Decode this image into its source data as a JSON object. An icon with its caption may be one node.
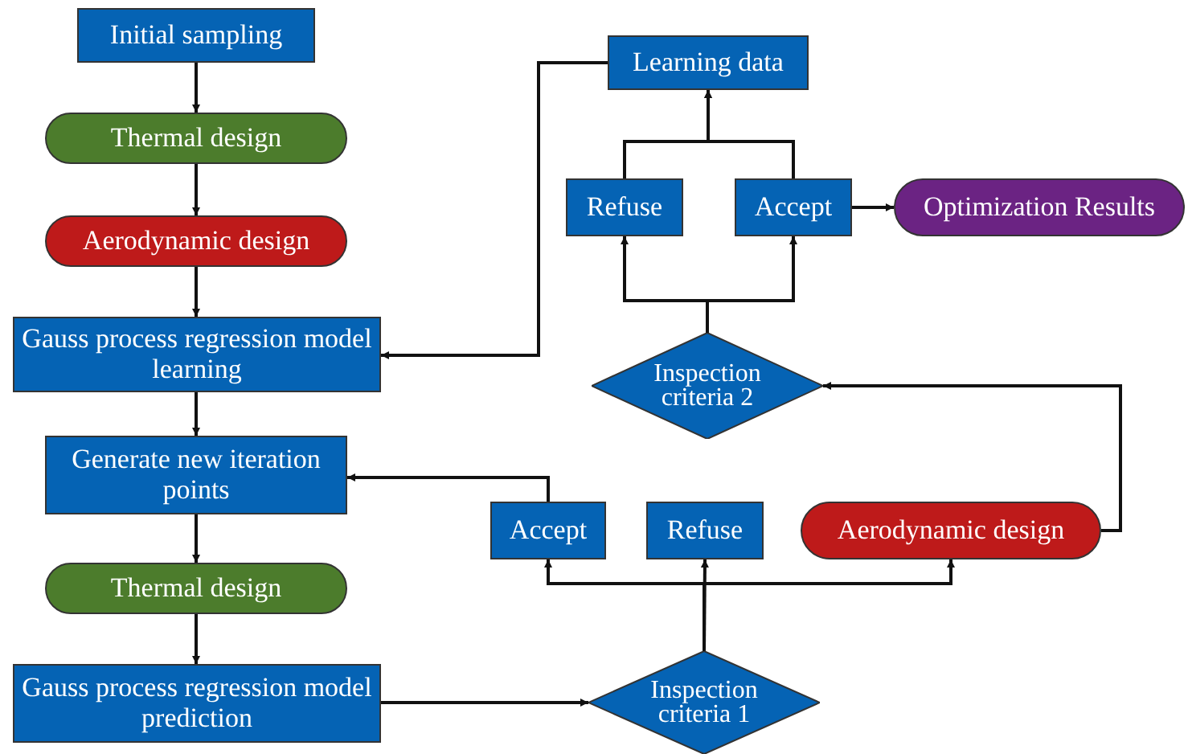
{
  "diagram": {
    "nodes": [
      {
        "text": [
          "Initial sampling"
        ]
      },
      {
        "text": [
          "Thermal design"
        ]
      },
      {
        "text": [
          "Aerodynamic design"
        ]
      },
      {
        "text": [
          "Gauss process regression model learning"
        ]
      },
      {
        "text": [
          "Generate new iteration points"
        ]
      },
      {
        "text": [
          "Thermal design"
        ]
      },
      {
        "text": [
          "Gauss process regression model prediction"
        ]
      },
      {
        "text": [
          "Inspection criteria 1"
        ]
      },
      {
        "text": [
          "Accept"
        ]
      },
      {
        "text": [
          "Refuse"
        ]
      },
      {
        "text": [
          "Aerodynamic design"
        ]
      },
      {
        "text": [
          "Inspection criteria 2"
        ]
      },
      {
        "text": [
          "Refuse"
        ]
      },
      {
        "text": [
          "Accept"
        ]
      },
      {
        "text": [
          "Optimization Results"
        ]
      },
      {
        "text": [
          "Learning data"
        ]
      }
    ],
    "edges": [
      {
        "from": 0,
        "to": 1,
        "arrow": "to"
      },
      {
        "from": 1,
        "to": 2,
        "arrow": "to"
      },
      {
        "from": 2,
        "to": 3,
        "arrow": "to"
      },
      {
        "from": 3,
        "to": 4,
        "arrow": "to"
      },
      {
        "from": 4,
        "to": 5,
        "arrow": "to"
      },
      {
        "from": 5,
        "to": 6,
        "arrow": "to"
      },
      {
        "from": 6,
        "to": 7,
        "arrow": "to"
      },
      {
        "from": 7,
        "to": 8,
        "arrow": "to"
      },
      {
        "from": 7,
        "to": 9,
        "arrow": "to"
      },
      {
        "from": 7,
        "to": 10,
        "arrow": "to"
      },
      {
        "from": 8,
        "to": 4,
        "arrow": "to"
      },
      {
        "from": 10,
        "to": 11,
        "arrow": "to"
      },
      {
        "from": 11,
        "to": 12,
        "arrow": "to"
      },
      {
        "from": 11,
        "to": 13,
        "arrow": "to"
      },
      {
        "from": 12,
        "to": 15,
        "arrow": "to"
      },
      {
        "from": 13,
        "to": 15,
        "arrow": "to"
      },
      {
        "from": 13,
        "to": 14,
        "arrow": "to"
      },
      {
        "from": 15,
        "to": 3,
        "arrow": "to"
      }
    ]
  }
}
